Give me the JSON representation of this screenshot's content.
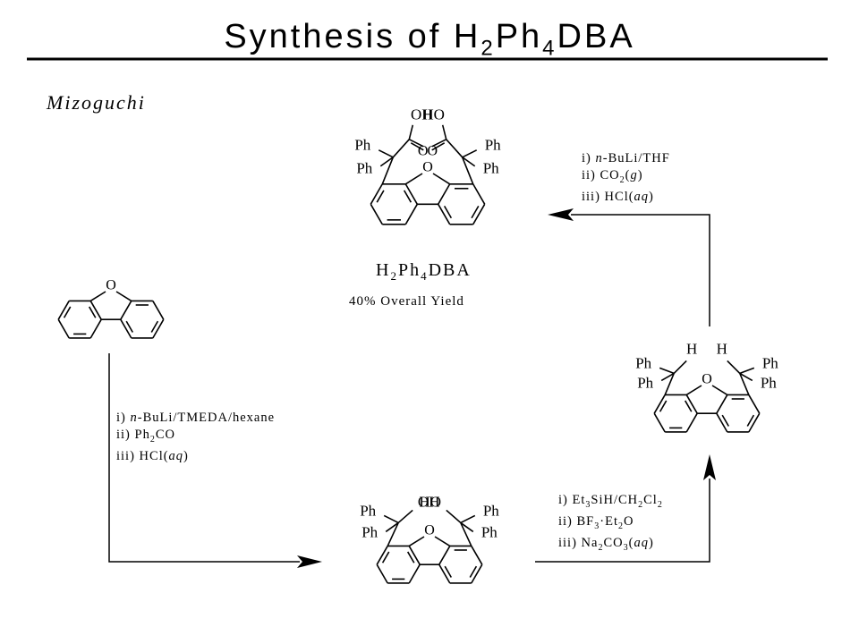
{
  "title": {
    "main": "Synthesis of H",
    "sub1": "2",
    "mid": "Ph",
    "sub2": "4",
    "end": "DBA"
  },
  "author": "Mizoguchi",
  "product": {
    "name_pre": "H",
    "name_sub1": "2",
    "name_mid": "Ph",
    "name_sub2": "4",
    "name_end": "DBA",
    "yield": "40% Overall Yield"
  },
  "conditions": {
    "step1": [
      {
        "prefix": "i) ",
        "italic": "n",
        "text": "-BuLi/TMEDA/hexane"
      },
      {
        "prefix": "ii) ",
        "text": "Ph",
        "sub": "2",
        "after": "CO"
      },
      {
        "prefix": "iii) ",
        "text": "HCl(",
        "italic": "aq",
        "after": ")"
      }
    ],
    "step2": [
      {
        "prefix": "i) ",
        "text": "Et",
        "sub": "3",
        "mid": "SiH/CH",
        "sub2": "2",
        "mid2": "Cl",
        "sub3": "2"
      },
      {
        "prefix": "ii) ",
        "text": "BF",
        "sub": "3",
        "mid": "·Et",
        "sub2": "2",
        "mid2": "O"
      },
      {
        "prefix": "iii) ",
        "text": "Na",
        "sub": "2",
        "mid": "CO",
        "sub2": "3",
        "mid2": "(",
        "italic": "aq",
        "after": ")"
      }
    ],
    "step3": [
      {
        "prefix": "i) ",
        "italic": "n",
        "text": "-BuLi/THF"
      },
      {
        "prefix": "ii) ",
        "text": "CO",
        "sub": "2",
        "mid": "(",
        "italic": "g",
        "after": ")"
      },
      {
        "prefix": "iii) ",
        "text": "HCl(",
        "italic": "aq",
        "after": ")"
      }
    ]
  },
  "atoms": {
    "O": "O",
    "Ph": "Ph",
    "OH": "OH",
    "HO": "HO",
    "H": "H"
  }
}
